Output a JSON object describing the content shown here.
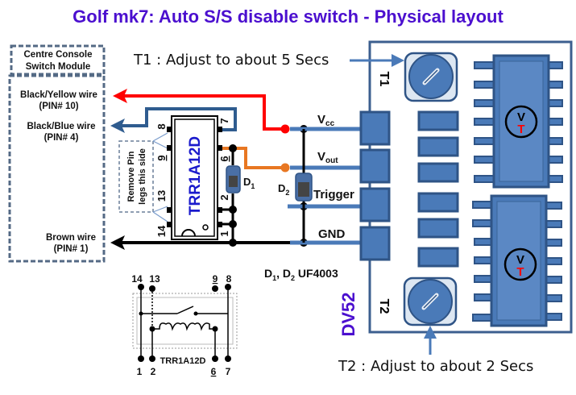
{
  "title": "Golf mk7: Auto S/S disable switch - Physical layout",
  "module": {
    "header": "Centre Console Switch Module",
    "header_lines": [
      "Centre Console",
      "Switch Module"
    ],
    "wires": [
      {
        "name": "Black/Yellow wire",
        "pin": "(PIN# 10)",
        "color": "#ff0000"
      },
      {
        "name": "Black/Blue wire",
        "pin": "(PIN# 4)",
        "color": "#2f5c8f"
      },
      {
        "name": "Brown wire",
        "pin": "(PIN# 1)",
        "color": "#000000"
      }
    ]
  },
  "relay": {
    "part": "TRR1A12D",
    "pins_left": [
      "8",
      "9",
      "13",
      "14"
    ],
    "pins_right": [
      "7",
      "6",
      "2",
      "1"
    ],
    "note_lines": [
      "Remove Pin",
      "legs this side"
    ]
  },
  "diodes": {
    "d1": "D",
    "d1_sub": "1",
    "d2": "D",
    "d2_sub": "2",
    "spec_prefix": "D",
    "spec": "UF4003",
    "spec_full": "D1, D2 UF4003"
  },
  "terminals": [
    {
      "label": "V",
      "sub": "cc"
    },
    {
      "label": "V",
      "sub": "out"
    },
    {
      "label": "Trigger",
      "sub": ""
    },
    {
      "label": "GND",
      "sub": ""
    }
  ],
  "board": {
    "name": "DV52",
    "trim1": "T1",
    "trim2": "T2",
    "ic_logo_top": "V",
    "ic_logo_bottom": "T"
  },
  "callouts": {
    "t1": "T1 : Adjust to about  5 Secs",
    "t2": "T2 : Adjust to about  2 Secs"
  },
  "schematic": {
    "part": "TRR1A12D",
    "top_pins": [
      "14",
      "13",
      "9",
      "8"
    ],
    "bottom_pins": [
      "1",
      "2",
      "6",
      "7"
    ]
  },
  "colors": {
    "title": "#4b0fcf",
    "board_blue": "#4a7ab8",
    "board_dark": "#2f5486",
    "vcc_wire": "#ff0000",
    "vout_wire": "#e87722",
    "relay_label": "#1a1acc"
  }
}
